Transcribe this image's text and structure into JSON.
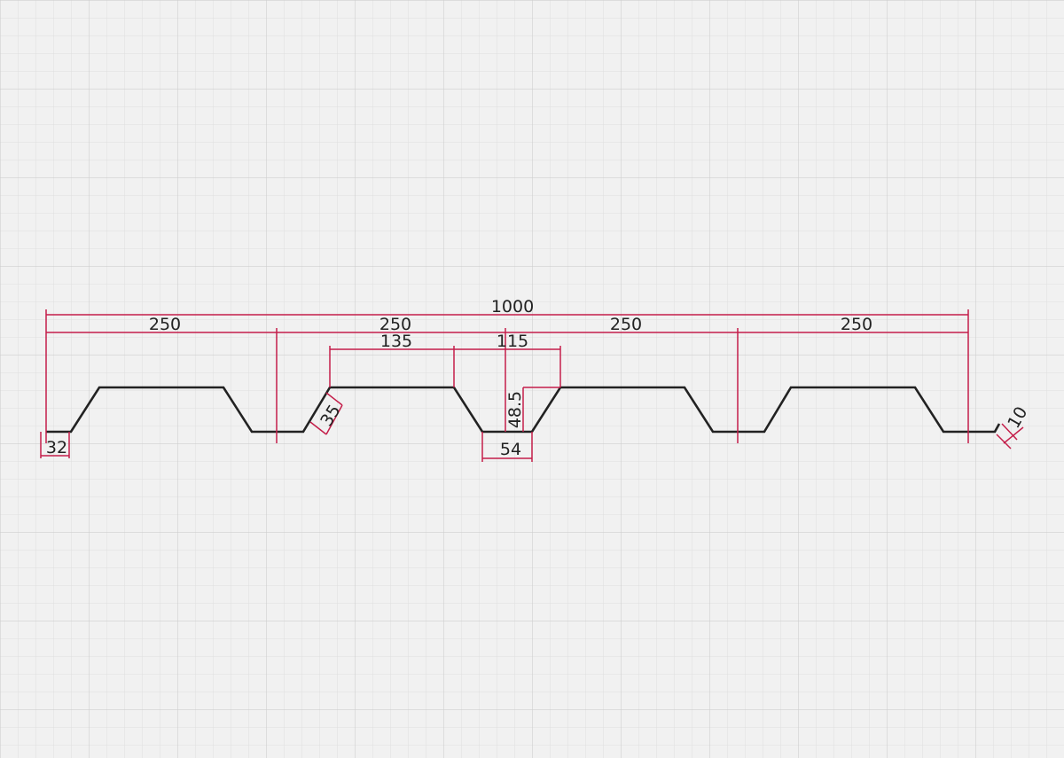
{
  "drawing": {
    "colors": {
      "background": "#f1f1f1",
      "grid_minor": "#dddddd",
      "grid_major": "#cccccc",
      "profile": "#222222",
      "dimension": "#c41e4a"
    },
    "dimensions": {
      "total_width": "1000",
      "pitch_1": "250",
      "pitch_2": "250",
      "pitch_3": "250",
      "pitch_4": "250",
      "top_flange": "135",
      "rib_opening": "115",
      "rib_height": "48.5",
      "bottom_flange": "54",
      "web_length": "35",
      "edge_flange": "32",
      "edge_lip": "10"
    }
  }
}
